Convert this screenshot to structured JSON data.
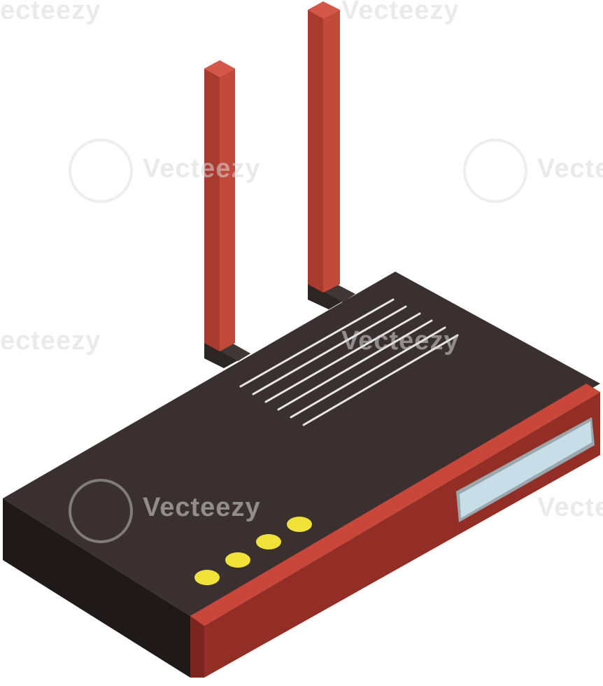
{
  "image": {
    "subject": "router",
    "colors": {
      "background": "#ffffff",
      "body_top": "#3a302f",
      "body_left": "#1f1a19",
      "trim_top": "#c9463a",
      "trim_front": "#922e25",
      "antenna_front": "#a83a2e",
      "antenna_side": "#c14a3b",
      "antenna_base": "#2b2524",
      "vent": "#e7e7e7",
      "display": "#c7dde7",
      "display_frame": "#9aa7ad",
      "led": "#f1e23a"
    },
    "led_count": 4,
    "vent_line_count": 6,
    "antenna_count": 2
  },
  "watermark": {
    "text": "Vecteezy",
    "partial_text": "ecteezy"
  }
}
